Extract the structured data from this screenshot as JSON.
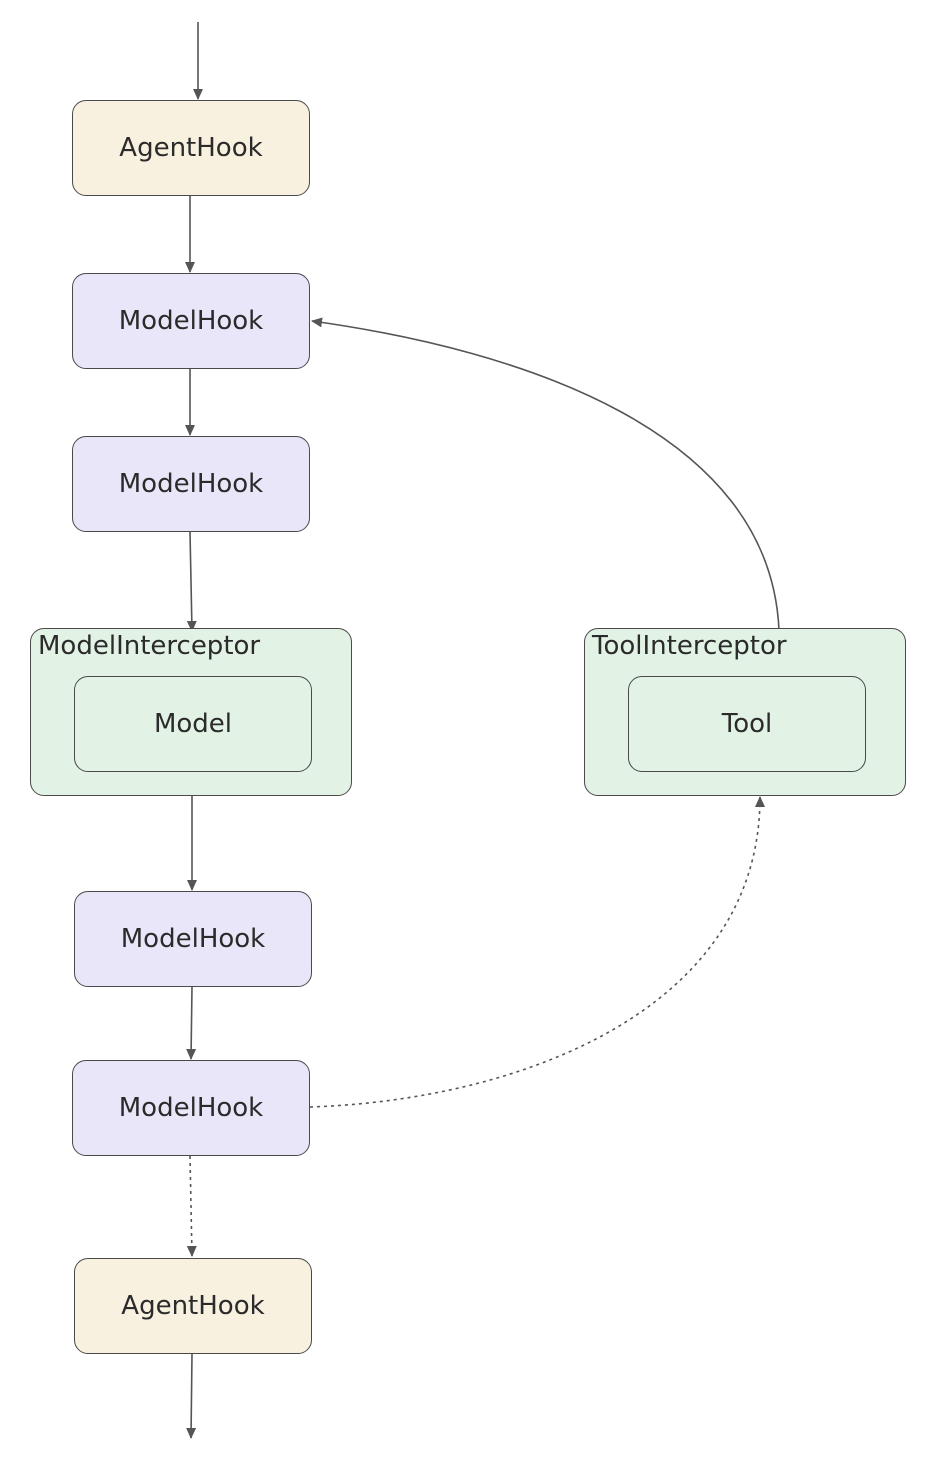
{
  "nodes": {
    "agent_hook_top": "AgentHook",
    "model_hook_1": "ModelHook",
    "model_hook_2": "ModelHook",
    "model_interceptor": "ModelInterceptor",
    "model": "Model",
    "tool_interceptor": "ToolInterceptor",
    "tool": "Tool",
    "model_hook_3": "ModelHook",
    "model_hook_4": "ModelHook",
    "agent_hook_bottom": "AgentHook"
  },
  "colors": {
    "agent_hook_fill": "#f8f1e0",
    "model_hook_fill": "#e9e6f9",
    "interceptor_fill": "#e2f2e4",
    "border": "#4a4a4a",
    "edge": "#555555"
  },
  "edges": [
    {
      "from": "entry",
      "to": "agent_hook_top",
      "style": "solid"
    },
    {
      "from": "agent_hook_top",
      "to": "model_hook_1",
      "style": "solid"
    },
    {
      "from": "model_hook_1",
      "to": "model_hook_2",
      "style": "solid"
    },
    {
      "from": "model_hook_2",
      "to": "model_interceptor",
      "style": "solid"
    },
    {
      "from": "model_interceptor",
      "to": "model_hook_3",
      "style": "solid"
    },
    {
      "from": "model_hook_3",
      "to": "model_hook_4",
      "style": "solid"
    },
    {
      "from": "model_hook_4",
      "to": "agent_hook_bottom",
      "style": "dotted"
    },
    {
      "from": "agent_hook_bottom",
      "to": "exit",
      "style": "solid"
    },
    {
      "from": "model_hook_4",
      "to": "tool_interceptor",
      "style": "dotted"
    },
    {
      "from": "tool_interceptor",
      "to": "model_hook_1",
      "style": "solid"
    }
  ]
}
